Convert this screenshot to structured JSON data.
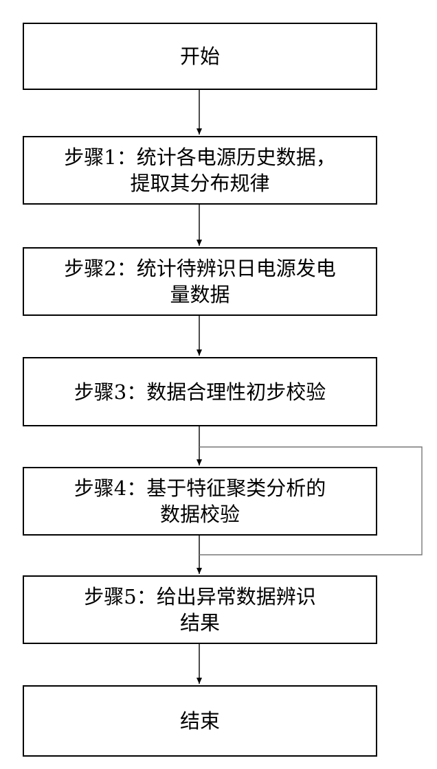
{
  "flowchart": {
    "start": {
      "label": "开始"
    },
    "step1": {
      "line1": "步骤1：统计各电源历史数据，",
      "line2": "提取其分布规律"
    },
    "step2": {
      "line1": "步骤2：统计待辨识日电源发电",
      "line2": "量数据"
    },
    "step3": {
      "label": "步骤3：数据合理性初步校验"
    },
    "step4": {
      "line1": "步骤4：基于特征聚类分析的",
      "line2": "数据校验"
    },
    "step5": {
      "line1": "步骤5：给出异常数据辨识",
      "line2": "结果"
    },
    "end": {
      "label": "结束"
    }
  },
  "colors": {
    "box_border": "#000000",
    "arrow": "#000000",
    "loop_line": "#777777"
  }
}
